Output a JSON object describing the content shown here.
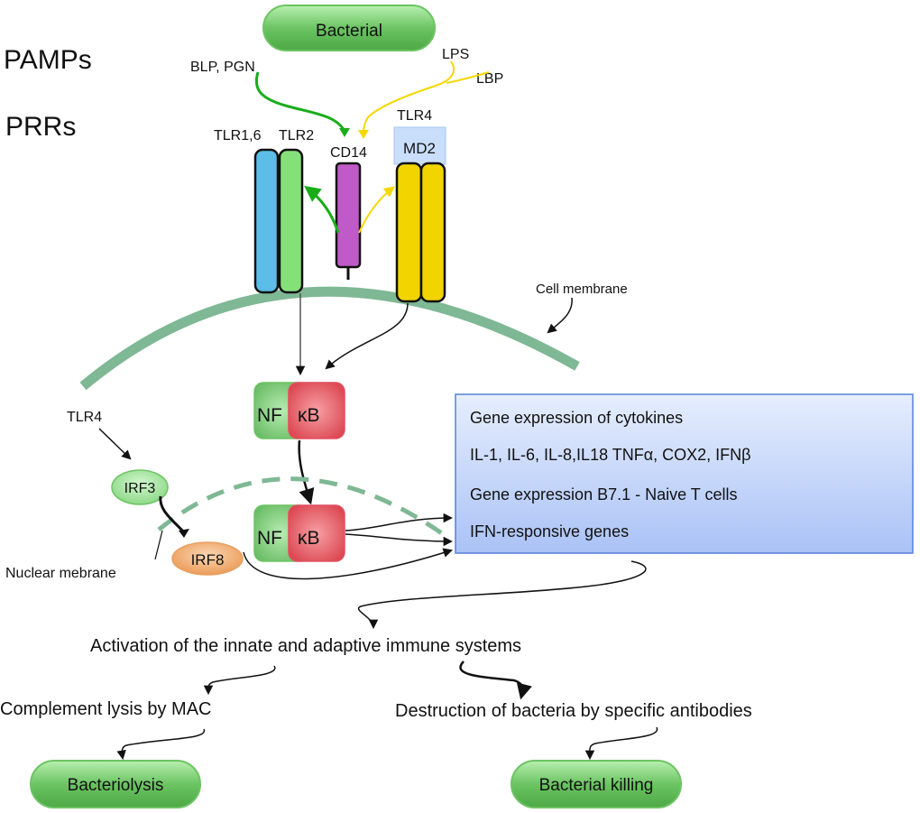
{
  "labels": {
    "pamps": "PAMPs",
    "prrs": "PRRs",
    "bacterial": "Bacterial",
    "blp_pgn": "BLP, PGN",
    "lps": "LPS",
    "lbp": "LBP",
    "tlr4_top": "TLR4",
    "md2": "MD2",
    "tlr16": "TLR1,6",
    "tlr2": "TLR2",
    "cd14": "CD14",
    "cell_membrane": "Cell membrane",
    "tlr4_left": "TLR4",
    "irf3": "IRF3",
    "irf8": "IRF8",
    "nuclear_membrane": "Nuclear mebrane",
    "nf": "NF",
    "kb": "κB",
    "activation": "Activation of the innate and adaptive immune systems",
    "complement": "Complement lysis by MAC",
    "destruction": "Destruction of bacteria by specific antibodies",
    "bacteriolysis": "Bacteriolysis",
    "bacterial_killing": "Bacterial killing"
  },
  "gene_box": {
    "lines": [
      "Gene expression of cytokines",
      "IL-1, IL-6, IL-8,IL18 TNFα, COX2, IFNβ",
      "Gene expression B7.1 - Naive T cells",
      "IFN-responsive genes"
    ]
  },
  "colors": {
    "pill_green": "#6cc463",
    "tlr1_blue": "#5bbde8",
    "tlr2_green": "#86e07a",
    "cd14_purple": "#c05ac8",
    "tlr4_yellow": "#f2d400",
    "md2_box": "#c9defa",
    "membrane": "#7fb894",
    "nf_green": "#7bc876",
    "kb_red": "#e0505a",
    "irf3_green": "#9fe39a",
    "irf8_orange": "#f0a868",
    "gene_box": "#c5d6fb",
    "arrow_green": "#1aad1a",
    "arrow_yellow": "#f5d800"
  }
}
